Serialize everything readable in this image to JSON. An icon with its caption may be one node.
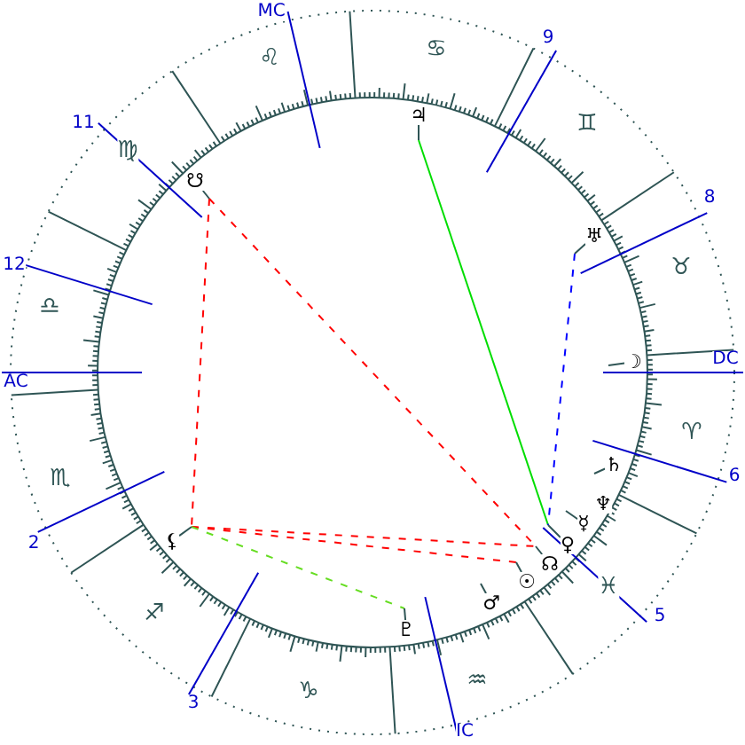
{
  "diagram": {
    "nodes": [
      {
        "text": [
          "♃"
        ]
      },
      {
        "text": [
          "☋"
        ]
      },
      {
        "text": [
          "♅"
        ]
      },
      {
        "text": [
          "☽"
        ]
      },
      {
        "text": [
          "♄"
        ]
      },
      {
        "text": [
          "♆"
        ]
      },
      {
        "text": [
          "☿"
        ]
      },
      {
        "text": [
          "⚸"
        ]
      },
      {
        "text": [
          "♀"
        ]
      },
      {
        "text": [
          "☊"
        ]
      },
      {
        "text": [
          "☉"
        ]
      },
      {
        "text": [
          "♂"
        ]
      },
      {
        "text": [
          "♇"
        ]
      }
    ],
    "edges": [
      {
        "from": 1,
        "to": 7,
        "arrow": "none",
        "style": "dashed",
        "color": "#ff0000"
      },
      {
        "from": 1,
        "to": 9,
        "arrow": "none",
        "style": "dashed",
        "color": "#ff0000"
      },
      {
        "from": 7,
        "to": 9,
        "arrow": "none",
        "style": "dashed",
        "color": "#ff0000"
      },
      {
        "from": 7,
        "to": 10,
        "arrow": "none",
        "style": "dashed",
        "color": "#ff0000"
      },
      {
        "from": 7,
        "to": 12,
        "arrow": "none",
        "style": "dashed",
        "color": "#66dd22"
      },
      {
        "from": 0,
        "to": 8,
        "arrow": "none",
        "color": "#00dd00"
      },
      {
        "from": 2,
        "to": 8,
        "arrow": "none",
        "style": "dashed",
        "color": "#0000ff"
      },
      {
        "from": 0,
        "to": null,
        "arrow": "none"
      },
      {
        "from": 1,
        "to": null,
        "arrow": "none"
      },
      {
        "from": 2,
        "to": null,
        "arrow": "none"
      },
      {
        "from": 3,
        "to": null,
        "arrow": "none"
      },
      {
        "from": 4,
        "to": null,
        "arrow": "none"
      },
      {
        "from": 6,
        "to": null,
        "arrow": "none"
      },
      {
        "from": 7,
        "to": null,
        "arrow": "none"
      },
      {
        "from": 8,
        "to": null,
        "arrow": "none"
      },
      {
        "from": 9,
        "to": null,
        "arrow": "none"
      },
      {
        "from": 10,
        "to": null,
        "arrow": "none"
      },
      {
        "from": 11,
        "to": null,
        "arrow": "none"
      },
      {
        "from": 12,
        "to": null,
        "arrow": "none"
      }
    ],
    "labels": [
      "MC",
      "9",
      "♋",
      "♌",
      "11",
      "♊",
      "♍",
      "8",
      "12",
      "♉",
      "♎",
      "DC",
      "AC",
      "♈",
      "6",
      "♏",
      "2",
      "♓",
      "♐",
      "5",
      "♒",
      "♑",
      "3",
      "IC"
    ]
  }
}
